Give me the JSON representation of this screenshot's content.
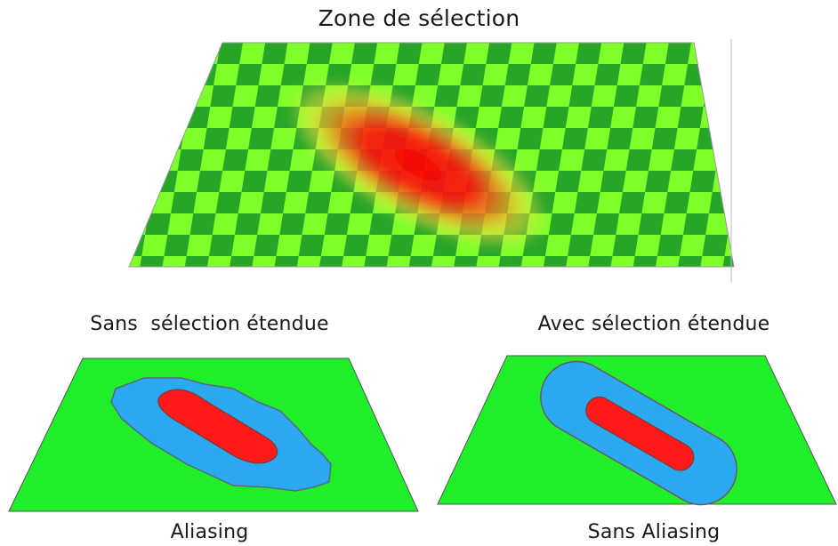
{
  "title": "Zone de sélection",
  "panels": [
    {
      "heading": "Sans  sélection étendue",
      "caption": "Aliasing"
    },
    {
      "heading": "Avec sélection étendue",
      "caption": "Sans Aliasing"
    }
  ],
  "colors": {
    "checker_light": "#7fff2a",
    "checker_dark": "#26a526",
    "plane_green": "#1fee2a",
    "extended_selection_blue": "#2aa8f0",
    "selection_red": "#ff1a1a",
    "heat_yellow": "#ffe040",
    "outline": "#666666"
  }
}
